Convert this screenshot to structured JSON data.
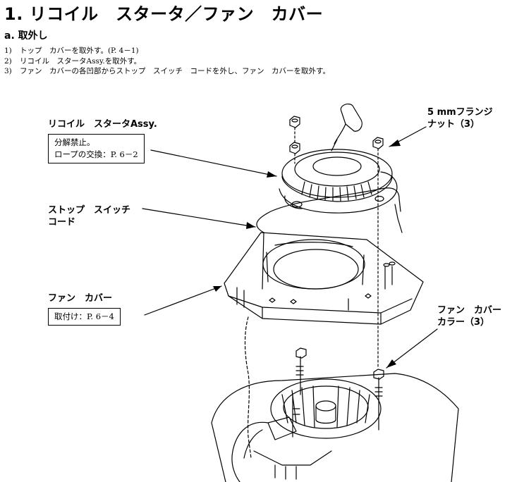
{
  "page": {
    "title": "1. リコイル　スタータ／ファン　カバー",
    "section": "a. 取外し"
  },
  "steps": [
    {
      "num": "1)",
      "text": "トップ　カバーを取外す。(P. 4－1)"
    },
    {
      "num": "2)",
      "text": "リコイル　スタータAssy.を取外す。"
    },
    {
      "num": "3)",
      "text": "ファン　カバーの各凹部からストップ　スイッチ　コードを外し、ファン　カバーを取外す。"
    }
  ],
  "callouts": {
    "recoil": {
      "label": "リコイル　スタータAssy.",
      "notes": [
        "分解禁止。",
        "ロープの交換：P. 6－2"
      ]
    },
    "flange_nut": {
      "line1": "5 mmフランジ",
      "line2": "ナット（3）"
    },
    "stop_cord": {
      "line1": "ストップ　スイッチ",
      "line2": "コード"
    },
    "fan_cover": {
      "label": "ファン　カバー",
      "note": "取付け：P. 6－4"
    },
    "collar": {
      "line1": "ファン　カバー",
      "line2": "カラー（3）"
    }
  }
}
